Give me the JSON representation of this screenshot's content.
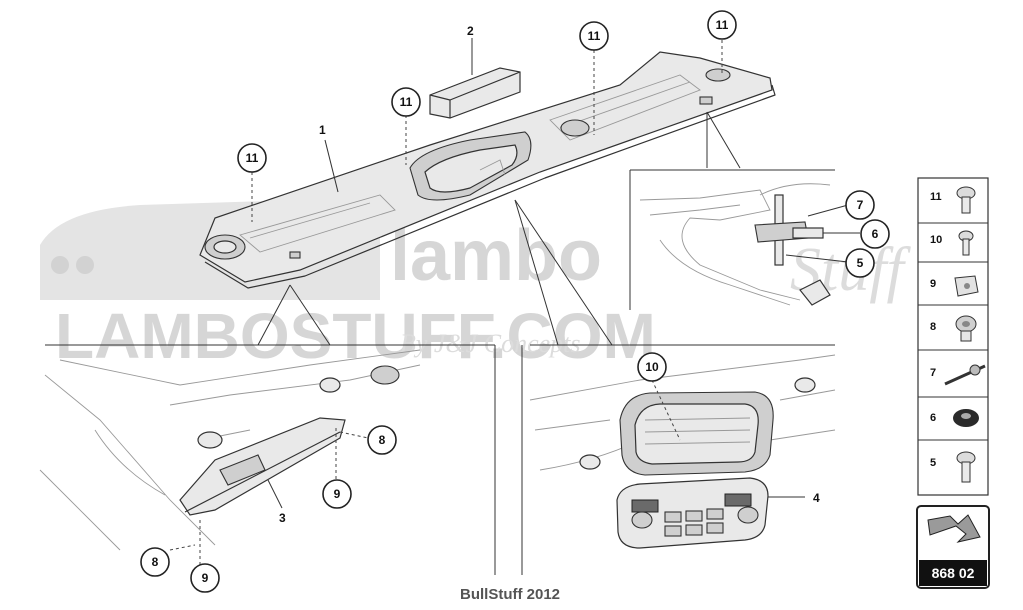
{
  "watermark": {
    "brand": "LAMBOSTUFF.COM",
    "brand_big": "lambo",
    "brand_script": "Stuff",
    "tagline": "By J&J Concepts"
  },
  "callouts": {
    "c1": "1",
    "c2": "2",
    "c3": "3",
    "c4": "4",
    "c5": "5",
    "c6": "6",
    "c7": "7",
    "c8a": "8",
    "c8b": "8",
    "c9a": "9",
    "c9b": "9",
    "c10": "10",
    "c11a": "11",
    "c11b": "11",
    "c11c": "11",
    "c11d": "11"
  },
  "legend": [
    "11",
    "10",
    "9",
    "8",
    "7",
    "6",
    "5"
  ],
  "diagram_code": "868 02",
  "footer": "BullStuff 2012"
}
